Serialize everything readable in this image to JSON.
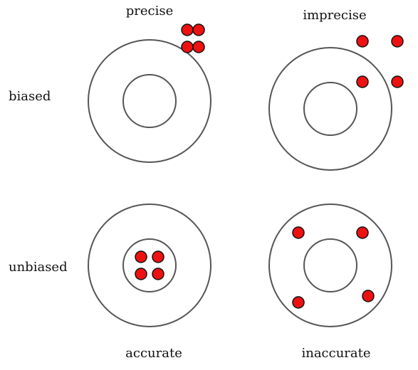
{
  "columns": {
    "left_top": "precise",
    "right_top": "imprecise",
    "left_bottom": "accurate",
    "right_bottom": "inaccurate"
  },
  "rows": {
    "top": "biased",
    "bottom": "unbiased"
  },
  "colors": {
    "shot_fill": "#ee1111",
    "ring_stroke": "#555555",
    "text": "#111111"
  },
  "targets": [
    {
      "name": "precise-biased",
      "shot_count": 4
    },
    {
      "name": "imprecise-biased",
      "shot_count": 4
    },
    {
      "name": "precise-unbiased",
      "shot_count": 4
    },
    {
      "name": "imprecise-unbiased",
      "shot_count": 4
    }
  ]
}
